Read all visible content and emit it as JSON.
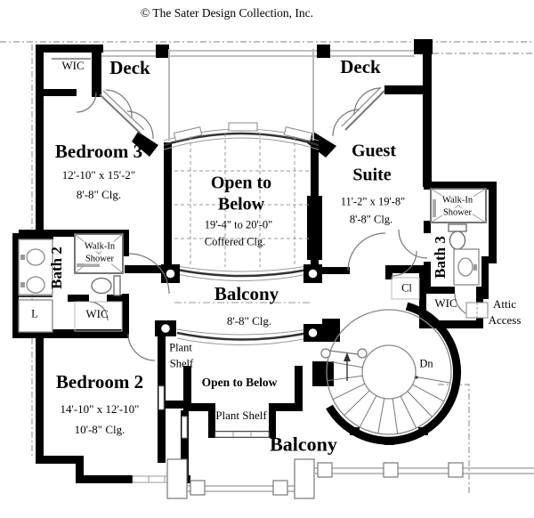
{
  "header": {
    "copyright": "© The Sater Design Collection, Inc."
  },
  "rooms": {
    "wic_top_left": "WIC",
    "deck_left": "Deck",
    "deck_right": "Deck",
    "bedroom3": {
      "name": "Bedroom 3",
      "dims": "12'-10\" x 15'-2\"",
      "clg": "8'-8\" Clg."
    },
    "open_to_below": {
      "line1": "Open to",
      "line2": "Below",
      "dims": "19'-4\" to 20'-0\"",
      "clg": "Coffered Clg."
    },
    "guest_suite": {
      "line1": "Guest",
      "line2": "Suite",
      "dims": "11'-2\" x 19'-8\"",
      "clg": "8'-8\" Clg."
    },
    "shower_left": {
      "line1": "Walk-In",
      "line2": "Shower"
    },
    "shower_right": {
      "line1": "Walk-In",
      "line2": "Shower"
    },
    "bath2": "Bath 2",
    "bath3": "Bath 3",
    "balcony_mid": {
      "name": "Balcony",
      "clg": "8'-8\" Clg."
    },
    "closet": "Cl",
    "wic_mid": "WIC",
    "wic_right": "WIC",
    "linen": "L",
    "attic": {
      "line1": "Attic",
      "line2": "Access"
    },
    "plant_shelf_left": {
      "line1": "Plant",
      "line2": "Shelf"
    },
    "bedroom2": {
      "name": "Bedroom 2",
      "dims": "14'-10\" x 12'-10\"",
      "clg": "10'-8\" Clg."
    },
    "open_below_bottom": "Open to Below",
    "plant_shelf_bottom": "Plant Shelf",
    "balcony_bottom": "Balcony",
    "stair_dn": "Dn"
  },
  "colors": {
    "wall": "#000000",
    "line": "#777777",
    "light_line": "#aaaaaa",
    "background": "#ffffff"
  }
}
